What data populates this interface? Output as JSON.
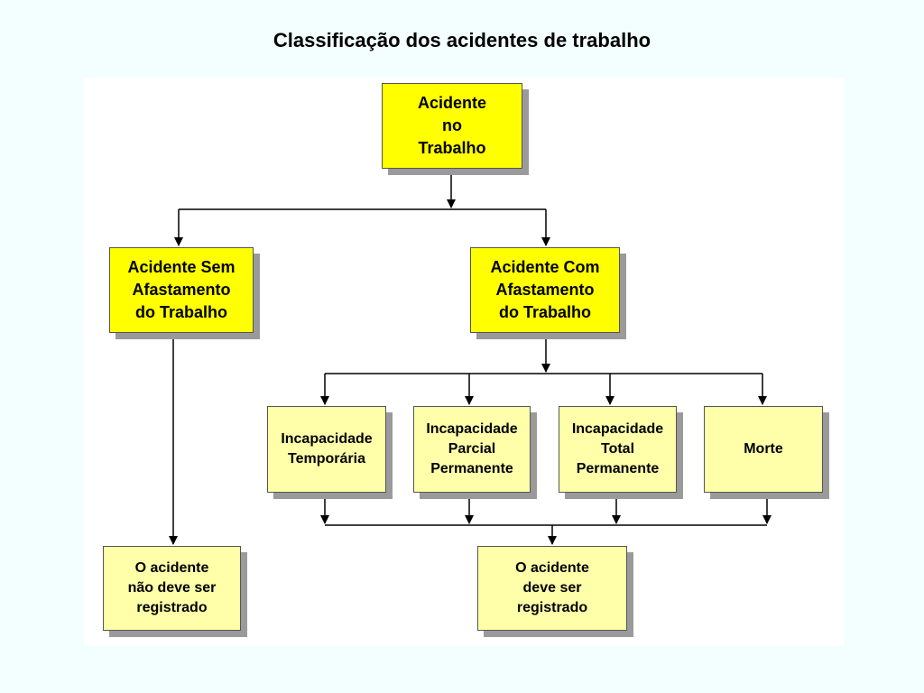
{
  "title": "Classificação dos acidentes de trabalho",
  "nodes": {
    "root": "Acidente\nno\nTrabalho",
    "sem": "Acidente Sem\nAfastamento\ndo Trabalho",
    "com": "Acidente Com\nAfastamento\ndo Trabalho",
    "temp": "Incapacidade\nTemporária",
    "parcial": "Incapacidade\nParcial\nPermanente",
    "total": "Incapacidade\nTotal\nPermanente",
    "morte": "Morte",
    "nao_reg": "O acidente\nnão deve ser\nregistrado",
    "reg": "O acidente\ndeve ser\nregistrado"
  },
  "colors": {
    "primary_box": "#ffff00",
    "secondary_box": "#ffffaa",
    "shadow": "#9a9a9a",
    "background": "#f3fffe"
  }
}
